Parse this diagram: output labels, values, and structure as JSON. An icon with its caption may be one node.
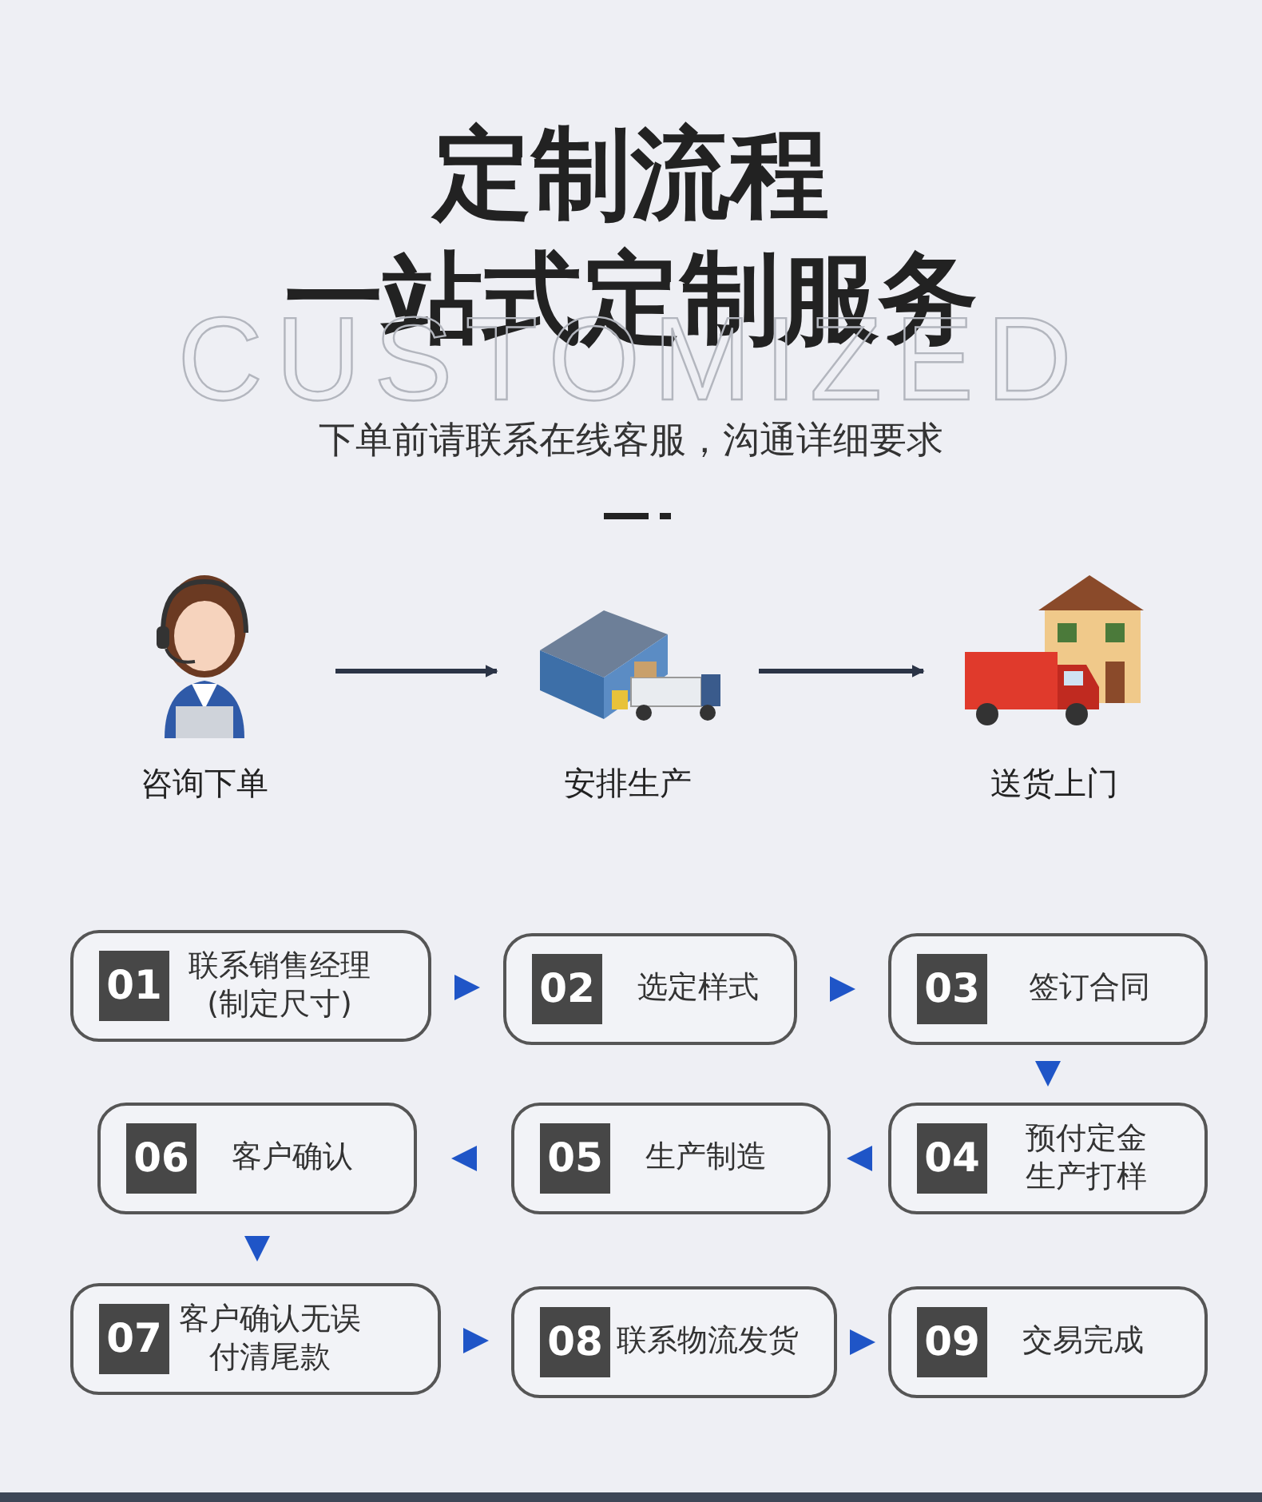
{
  "diagram": {
    "title": "定制流程",
    "nodes": [
      {
        "text": [
          "咨询下单"
        ]
      },
      {
        "text": [
          "安排生产"
        ]
      },
      {
        "text": [
          "送货上门"
        ]
      },
      {
        "text": [
          "01",
          "联系销售经理(制定尺寸)"
        ]
      },
      {
        "text": [
          "02",
          "选定样式"
        ]
      },
      {
        "text": [
          "03",
          "签订合同"
        ]
      },
      {
        "text": [
          "04",
          "预付定金生产打样"
        ]
      },
      {
        "text": [
          "05",
          "生产制造"
        ]
      },
      {
        "text": [
          "06",
          "客户确认"
        ]
      },
      {
        "text": [
          "07",
          "客户确认无误付清尾款"
        ]
      },
      {
        "text": [
          "08",
          "联系物流发货"
        ]
      },
      {
        "text": [
          "09",
          "交易完成"
        ]
      }
    ],
    "edges": [
      {
        "from": 0,
        "to": 1,
        "arrow": "to"
      },
      {
        "from": 1,
        "to": 2,
        "arrow": "to"
      },
      {
        "from": 3,
        "to": 4,
        "arrow": "to"
      },
      {
        "from": 4,
        "to": 5,
        "arrow": "to"
      },
      {
        "from": 5,
        "to": 6,
        "arrow": "to"
      },
      {
        "from": 6,
        "to": 7,
        "arrow": "to"
      },
      {
        "from": 7,
        "to": 8,
        "arrow": "to"
      },
      {
        "from": 8,
        "to": 9,
        "arrow": "to"
      },
      {
        "from": 9,
        "to": 10,
        "arrow": "to"
      },
      {
        "from": 10,
        "to": 11,
        "arrow": "to"
      }
    ],
    "labels": [
      "一站式定制服务",
      "CUSTOMIZED",
      "下单前请联系在线客服，沟通详细要求"
    ]
  }
}
